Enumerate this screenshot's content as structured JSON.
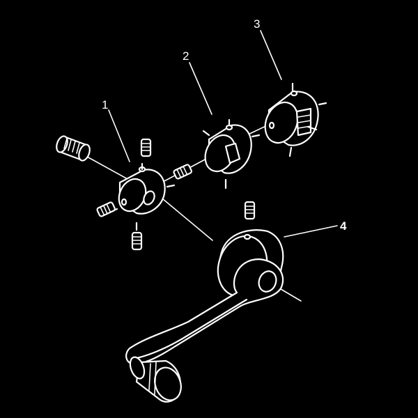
{
  "callouts": [
    {
      "id": "1",
      "label": "1"
    },
    {
      "id": "2",
      "label": "2"
    },
    {
      "id": "3",
      "label": "3"
    },
    {
      "id": "4",
      "label": "4"
    }
  ],
  "colors": {
    "background": "#000000",
    "line": "#ffffff"
  }
}
